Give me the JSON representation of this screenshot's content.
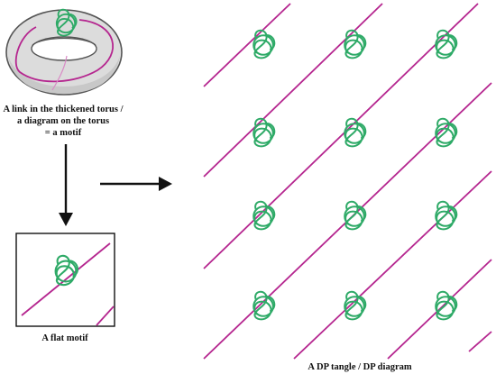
{
  "colors": {
    "magenta": "#b5268f",
    "green": "#2eaa67",
    "black": "#111111",
    "torus_fill": "#dcdcdc",
    "torus_stroke": "#555555"
  },
  "icons": {
    "motif_knot": "trefoil-like knot with a ring",
    "arrow_right": "arrow-right-icon",
    "arrow_down": "arrow-down-icon"
  },
  "captions": {
    "torus_line1": "A link in the thickened torus /",
    "torus_line2": "a diagram on the torus",
    "torus_line3": "= a motif",
    "flat_motif": "A flat motif",
    "dp_tangle": "A DP tangle / DP diagram"
  }
}
